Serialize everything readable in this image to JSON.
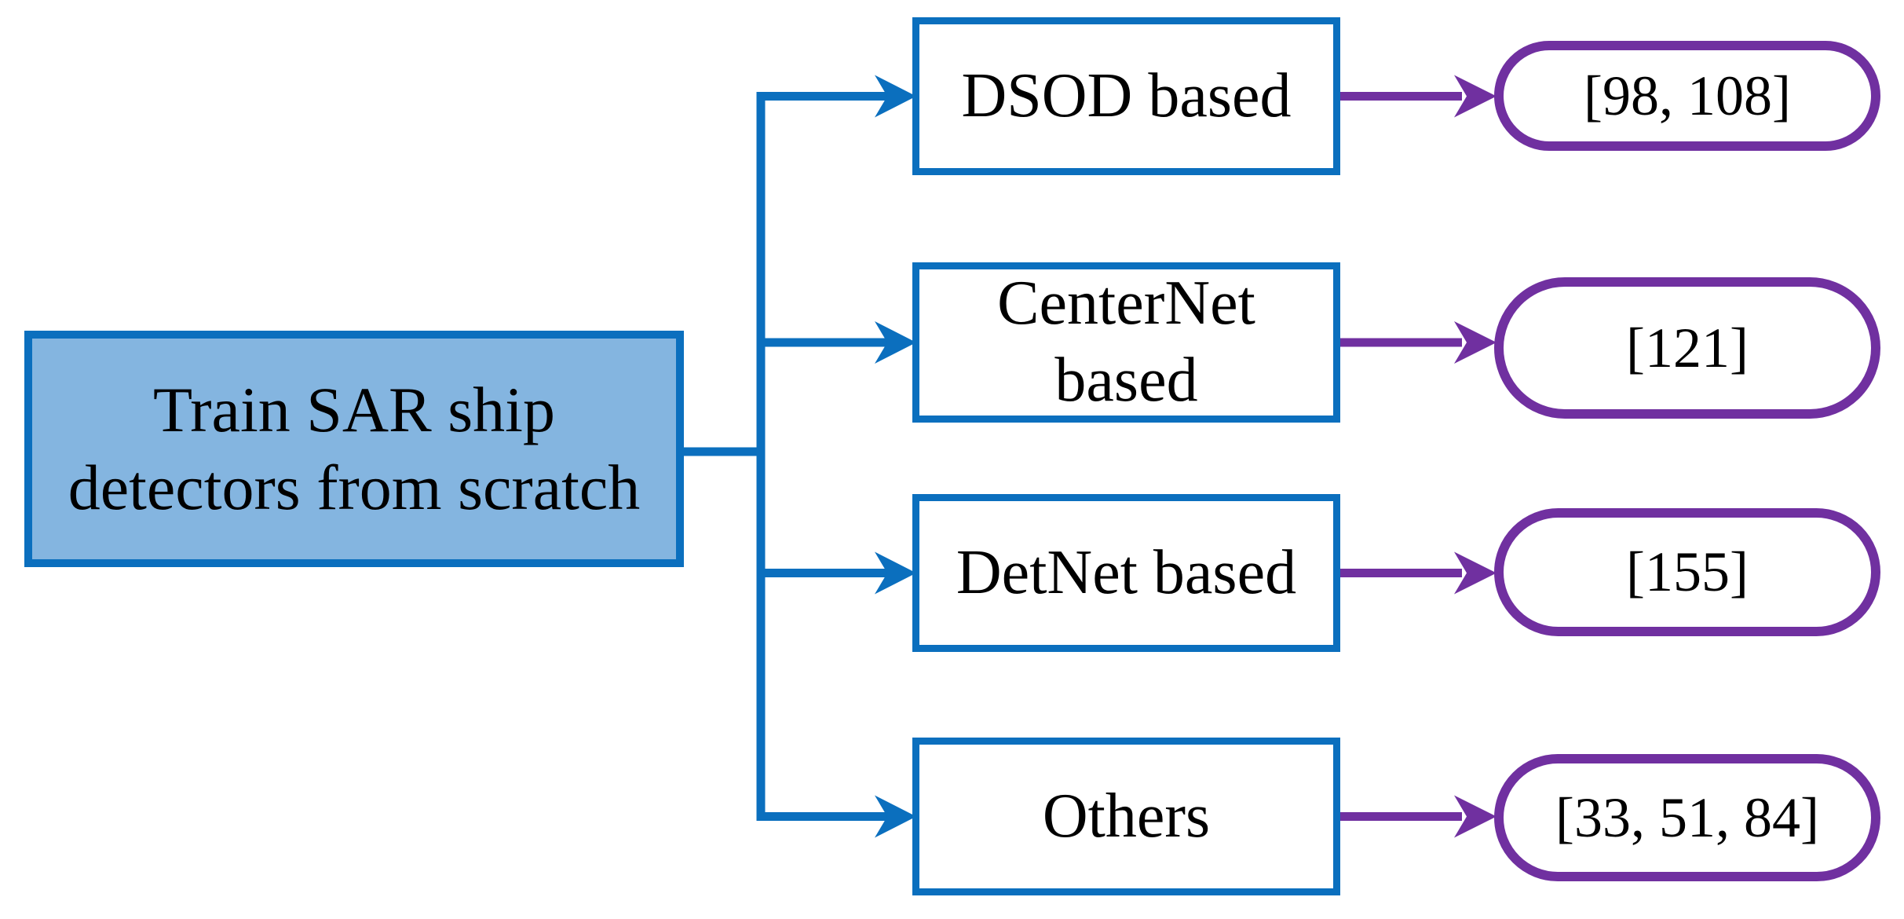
{
  "colors": {
    "blue": "#0B6FBE",
    "light_blue": "#84B5E0",
    "purple": "#7030A0",
    "node_fill": "#FFFFFF",
    "text_color": "#000000"
  },
  "root": {
    "lines": [
      "Train SAR ship",
      "detectors from scratch"
    ]
  },
  "branches": [
    {
      "category": "DSOD based",
      "refs": "[98, 108]"
    },
    {
      "category": "CenterNet based",
      "refs": "[121]"
    },
    {
      "category": "DetNet based",
      "refs": "[155]"
    },
    {
      "category": "Others",
      "refs": "[33, 51, 84]"
    }
  ]
}
